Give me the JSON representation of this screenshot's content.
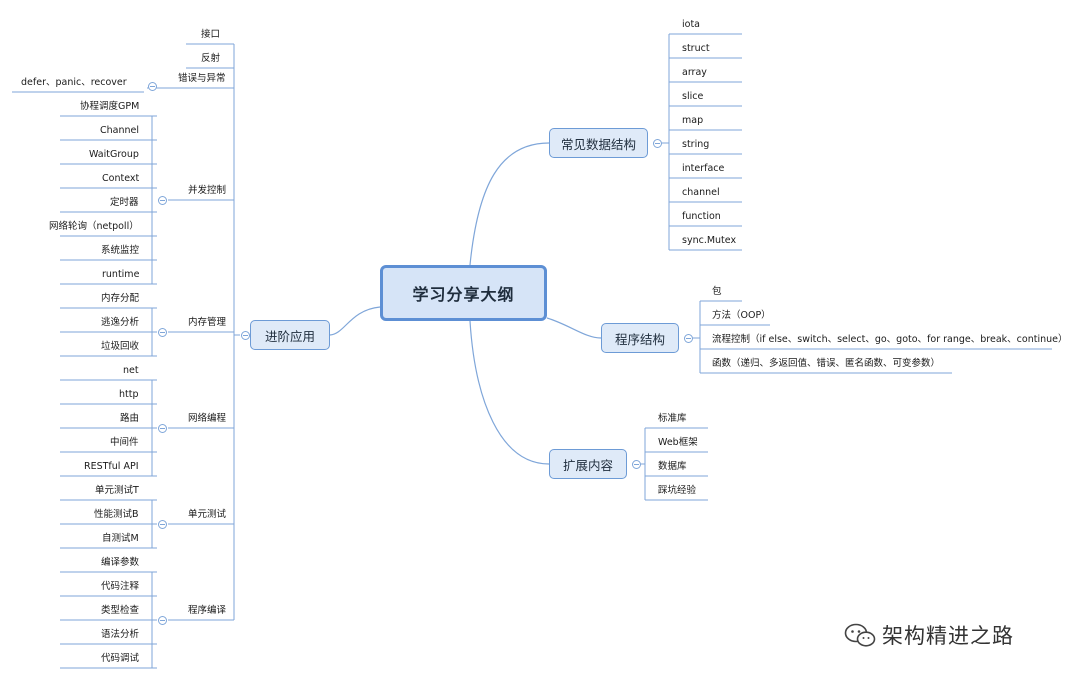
{
  "root": "学习分享大纲",
  "advanced": {
    "title": "进阶应用",
    "groups": [
      {
        "title": "错误与异常",
        "items": [
          "接口",
          "反射",
          "defer、panic、recover"
        ]
      },
      {
        "title": "并发控制",
        "items": [
          "协程调度GPM",
          "Channel",
          "WaitGroup",
          "Context",
          "定时器",
          "网络轮询（netpoll）",
          "系统监控",
          "runtime"
        ]
      },
      {
        "title": "内存管理",
        "items": [
          "内存分配",
          "逃逸分析",
          "垃圾回收"
        ]
      },
      {
        "title": "网络编程",
        "items": [
          "net",
          "http",
          "路由",
          "中间件",
          "RESTful API"
        ]
      },
      {
        "title": "单元测试",
        "items": [
          "单元测试T",
          "性能测试B",
          "自测试M"
        ]
      },
      {
        "title": "程序编译",
        "items": [
          "编译参数",
          "代码注释",
          "类型检查",
          "语法分析",
          "代码调试"
        ]
      }
    ]
  },
  "data_structures": {
    "title": "常见数据结构",
    "items": [
      "iota",
      "struct",
      "array",
      "slice",
      "map",
      "string",
      "interface",
      "channel",
      "function",
      "sync.Mutex"
    ]
  },
  "program_structure": {
    "title": "程序结构",
    "items": [
      "包",
      "方法（OOP）",
      "流程控制（if else、switch、select、go、goto、for range、break、continue）",
      "函数（递归、多返回值、错误、匿名函数、可变参数）"
    ]
  },
  "extended": {
    "title": "扩展内容",
    "items": [
      "标准库",
      "Web框架",
      "数据库",
      "踩坑经验"
    ]
  },
  "watermark": {
    "text": "架构精进之路",
    "icon": "wechat-icon"
  },
  "colors": {
    "line": "#7fa6d9",
    "node_fill": "#dfeaf8",
    "node_border": "#6d9bd6",
    "root_fill": "#d6e4f7",
    "root_border": "#5d8fd4"
  }
}
